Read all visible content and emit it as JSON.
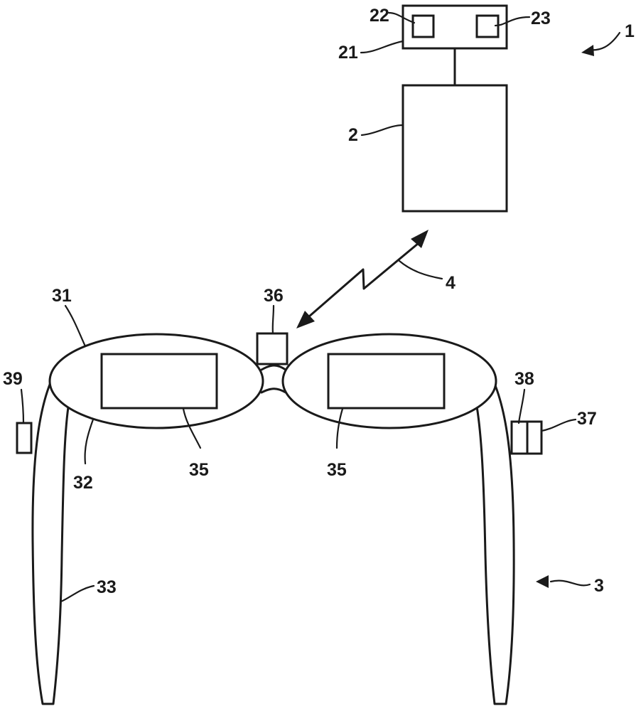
{
  "labels": {
    "device_system": "1",
    "control_unit": "2",
    "glasses": "3",
    "wireless_link": "4",
    "auxiliary_module": "21",
    "module_left_element": "22",
    "module_right_element": "23",
    "frame_rim": "31",
    "frame_front": "32",
    "temple": "33",
    "display_left": "35",
    "display_right": "35",
    "camera": "36",
    "right_sensor_housing": "37",
    "right_sensor": "38",
    "left_sensor": "39"
  },
  "colors": {
    "line": "#1a1a1a",
    "background": "#ffffff"
  }
}
